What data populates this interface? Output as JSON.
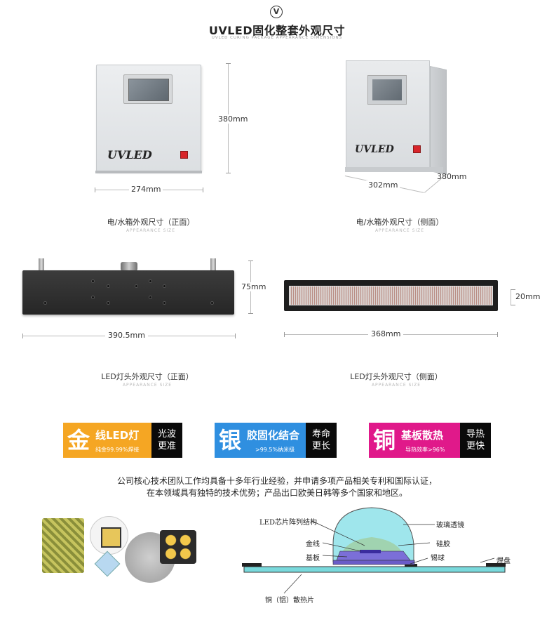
{
  "header": {
    "logo_glyph": "V",
    "title": "UVLED固化整套外观尺寸",
    "subtitle": "UVLED CURING PACKAGE APPEARANCE DIMENSIONS"
  },
  "cabinet": {
    "brand": "UVLED",
    "front": {
      "height": "380mm",
      "width": "274mm",
      "caption": "电/水箱外观尺寸（正面）",
      "caption_sub": "APPEARANCE SIZE"
    },
    "side": {
      "width": "302mm",
      "depth": "380mm",
      "caption": "电/水箱外观尺寸（侧面）",
      "caption_sub": "APPEARANCE SIZE"
    }
  },
  "led_head": {
    "front": {
      "height": "75mm",
      "width": "390.5mm",
      "caption": "LED灯头外观尺寸（正面）",
      "caption_sub": "APPEARANCE SIZE"
    },
    "side": {
      "height": "20mm",
      "width": "368mm",
      "caption": "LED灯头外观尺寸（侧面）",
      "caption_sub": "APPEARANCE SIZE"
    }
  },
  "badges": [
    {
      "big": "金",
      "title": "线LED灯",
      "sub": "纯金99.99%焊接",
      "dark": [
        "光波",
        "更准"
      ],
      "color": "#f5a623"
    },
    {
      "big": "银",
      "title": "胶固化结合",
      "sub": ">99.5%纳米级",
      "dark": [
        "寿命",
        "更长"
      ],
      "color": "#2f8fe0"
    },
    {
      "big": "铜",
      "title": "基板散热",
      "sub": "导热效率>96%",
      "dark": [
        "导热",
        "更快"
      ],
      "color": "#e0198a"
    }
  ],
  "paragraph": {
    "line1": "公司核心技术团队工作均具备十多年行业经验，并申请多项产品相关专利和国际认证，",
    "line2": "在本领域具有独特的技术优势；产品出口欧美日韩等多个国家和地区。"
  },
  "diagram": {
    "labels": {
      "led_array": "LED芯片阵列结构",
      "glass_lens": "玻璃透镜",
      "gold_wire": "金线",
      "silica_gel": "硅胶",
      "substrate": "基板",
      "solder_ball": "锡球",
      "pad": "焊盘",
      "heatsink": "铜（铝）散热片"
    },
    "colors": {
      "lens": "#9fe6ec",
      "gel": "#a0d3b0",
      "substrate": "#7b6fd8",
      "heatsink": "#79d9dc"
    }
  }
}
